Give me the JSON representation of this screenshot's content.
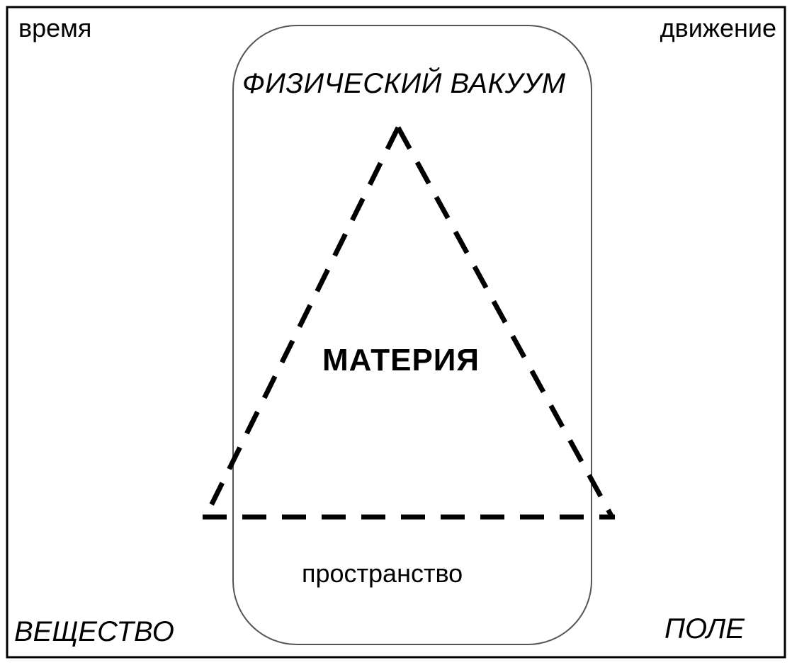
{
  "diagram": {
    "corner_labels": {
      "top_left": "время",
      "top_right": "движение",
      "bottom_left": "ВЕЩЕСТВО",
      "bottom_right": "ПОЛЕ"
    },
    "vacuum_label": "ФИЗИЧЕСКИЙ ВАКУУМ",
    "center_label": "МАТЕРИЯ",
    "bottom_label": "пространство",
    "colors": {
      "stroke": "#000000",
      "container_stroke": "#555555",
      "background": "#ffffff"
    }
  }
}
